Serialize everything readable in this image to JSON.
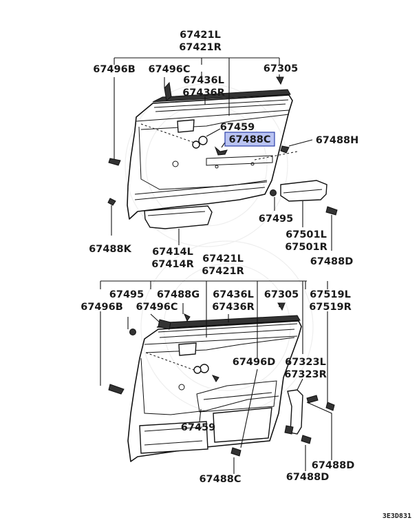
{
  "diagram": {
    "reference_code": "3E3D831",
    "highlight_color": "#b9c3f2",
    "top_panel": {
      "labels": [
        {
          "id": "t-67421",
          "text": [
            "67421L",
            "67421R"
          ]
        },
        {
          "id": "t-67496b",
          "text": [
            "67496B"
          ]
        },
        {
          "id": "t-67496c",
          "text": [
            "67496C"
          ]
        },
        {
          "id": "t-67436",
          "text": [
            "67436L",
            "67436R"
          ]
        },
        {
          "id": "t-67305",
          "text": [
            "67305"
          ]
        },
        {
          "id": "t-67459",
          "text": [
            "67459"
          ]
        },
        {
          "id": "t-67488c",
          "text": [
            "67488C"
          ],
          "highlighted": true
        },
        {
          "id": "t-67488h",
          "text": [
            "67488H"
          ]
        },
        {
          "id": "t-67488k",
          "text": [
            "67488K"
          ]
        },
        {
          "id": "t-67495",
          "text": [
            "67495"
          ]
        },
        {
          "id": "t-67501",
          "text": [
            "67501L",
            "67501R"
          ]
        },
        {
          "id": "t-67414",
          "text": [
            "67414L",
            "67414R"
          ]
        },
        {
          "id": "t-67488d",
          "text": [
            "67488D"
          ]
        }
      ]
    },
    "bottom_panel": {
      "labels": [
        {
          "id": "b-67421",
          "text": [
            "67421L",
            "67421R"
          ]
        },
        {
          "id": "b-67495",
          "text": [
            "67495"
          ]
        },
        {
          "id": "b-67496b",
          "text": [
            "67496B"
          ]
        },
        {
          "id": "b-67488g",
          "text": [
            "67488G"
          ]
        },
        {
          "id": "b-67496c",
          "text": [
            "67496C"
          ]
        },
        {
          "id": "b-67436",
          "text": [
            "67436L",
            "67436R"
          ]
        },
        {
          "id": "b-67305",
          "text": [
            "67305"
          ]
        },
        {
          "id": "b-67519",
          "text": [
            "67519L",
            "67519R"
          ]
        },
        {
          "id": "b-67496d",
          "text": [
            "67496D"
          ]
        },
        {
          "id": "b-67323",
          "text": [
            "67323L",
            "67323R"
          ]
        },
        {
          "id": "b-67459",
          "text": [
            "67459"
          ]
        },
        {
          "id": "b-67488d-1",
          "text": [
            "67488D"
          ]
        },
        {
          "id": "b-67488c",
          "text": [
            "67488C"
          ]
        },
        {
          "id": "b-67488d-2",
          "text": [
            "67488D"
          ]
        }
      ]
    }
  }
}
